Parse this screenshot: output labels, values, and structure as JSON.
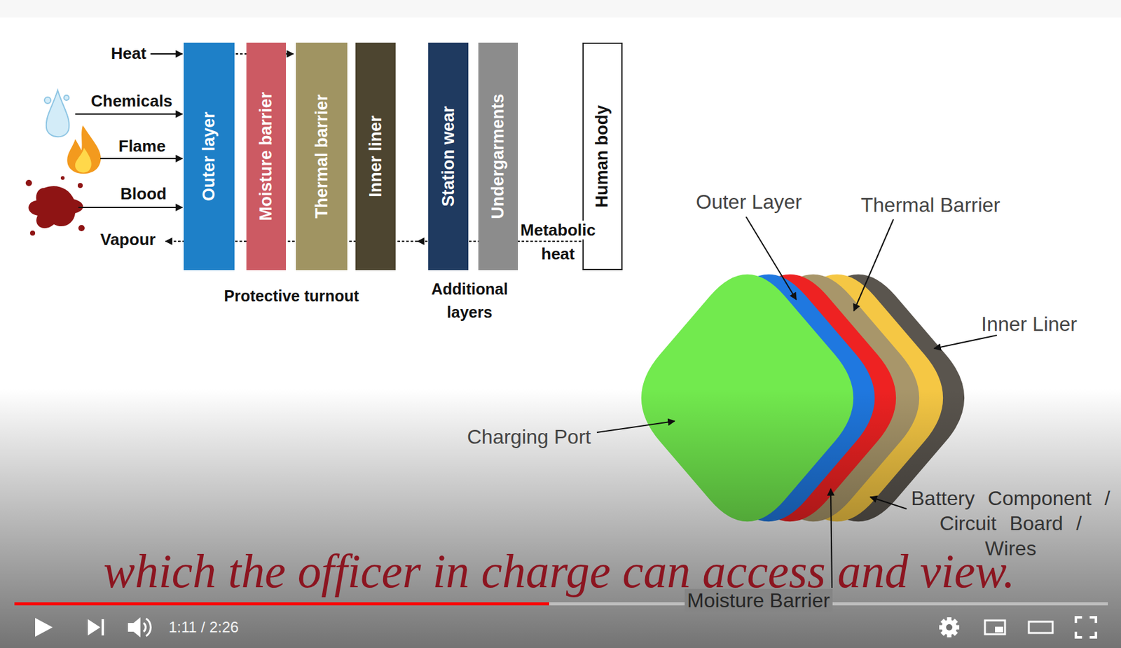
{
  "diagram": {
    "nodes": [
      {
        "text": [
          "Outer layer"
        ]
      },
      {
        "text": [
          "Moisture barrier"
        ]
      },
      {
        "text": [
          "Thermal barrier"
        ]
      },
      {
        "text": [
          "Inner liner"
        ]
      },
      {
        "text": [
          "Station wear"
        ]
      },
      {
        "text": [
          "Undergarments"
        ]
      },
      {
        "text": [
          "Human body"
        ]
      }
    ],
    "labels": [
      "Heat",
      "Chemicals",
      "Flame",
      "Blood",
      "Vapour",
      "Metabolic heat",
      "Protective turnout",
      "Additional layers",
      "Outer Layer",
      "Thermal Barrier",
      "Inner Liner",
      "Charging Port",
      "Battery Component / Circuit Board / Wires",
      "Moisture Barrier",
      "which the officer in charge can access and view.",
      "1:11 / 2:26"
    ]
  }
}
